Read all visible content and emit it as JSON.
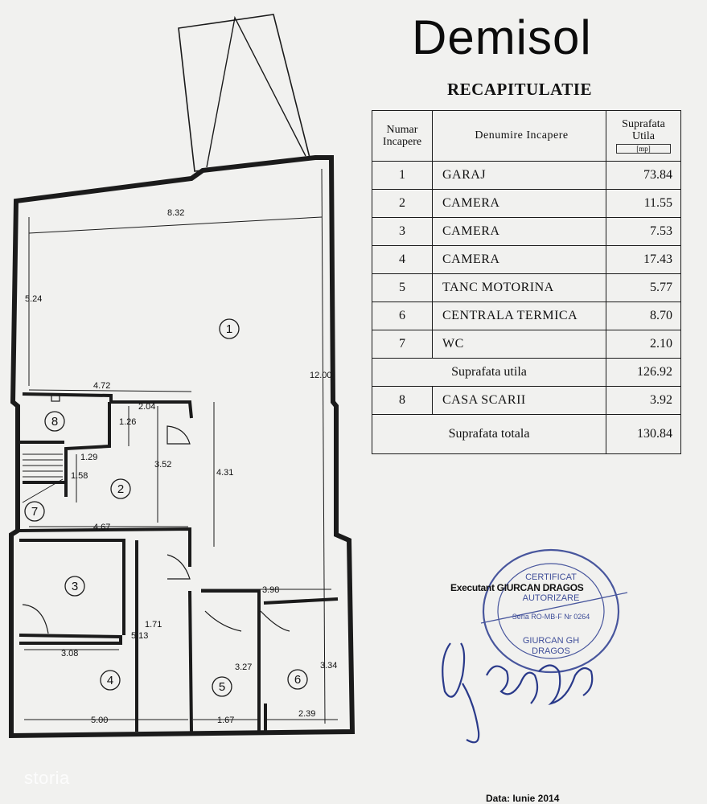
{
  "page_title": "Demisol",
  "recap": {
    "title": "RECAPITULATIE",
    "headers": {
      "number": "Numar Incapere",
      "name": "Denumire Incapere",
      "area": "Suprafata Utila",
      "unit": "[mp]"
    },
    "rows": [
      {
        "num": "1",
        "name": "GARAJ",
        "area": "73.84"
      },
      {
        "num": "2",
        "name": "CAMERA",
        "area": "11.55"
      },
      {
        "num": "3",
        "name": "CAMERA",
        "area": "7.53"
      },
      {
        "num": "4",
        "name": "CAMERA",
        "area": "17.43"
      },
      {
        "num": "5",
        "name": "TANC MOTORINA",
        "area": "5.77"
      },
      {
        "num": "6",
        "name": "CENTRALA TERMICA",
        "area": "8.70"
      },
      {
        "num": "7",
        "name": "WC",
        "area": "2.10"
      }
    ],
    "subtotal": {
      "label": "Suprafata utila",
      "value": "126.92"
    },
    "stair_row": {
      "num": "8",
      "name": "CASA SCARII",
      "area": "3.92"
    },
    "total": {
      "label": "Suprafata totala",
      "value": "130.84"
    }
  },
  "plan": {
    "room_labels": [
      "1",
      "2",
      "3",
      "4",
      "5",
      "6",
      "7",
      "8"
    ],
    "dimensions": {
      "top_width": "8.32",
      "left_height": "5.24",
      "right_height": "12.00",
      "garage_width": "4.72",
      "room2_width": "2.04",
      "room2_offset": "1.26",
      "room2_height": "3.52",
      "corridor_height": "4.31",
      "wc_width": "1.29",
      "wc_height": "1.58",
      "hall_width": "4.67",
      "corridor_width": "3.98",
      "room3_width": "1.71",
      "room3_height": "5.13",
      "room4_width": "3.08",
      "room5_height": "3.27",
      "room6_height": "3.34",
      "bottom_left": "5.00",
      "bottom_mid": "1.67",
      "bottom_right": "2.39"
    }
  },
  "signature": {
    "executant": "Executant GIURCAN DRAGOS",
    "stamp_lines": [
      "CERTIFICAT",
      "AUTORIZARE",
      "Seria RO-MB-F Nr 0264",
      "GIURCAN GH",
      "DRAGOS"
    ]
  },
  "date": "Data: Iunie 2014",
  "watermark": "storia"
}
